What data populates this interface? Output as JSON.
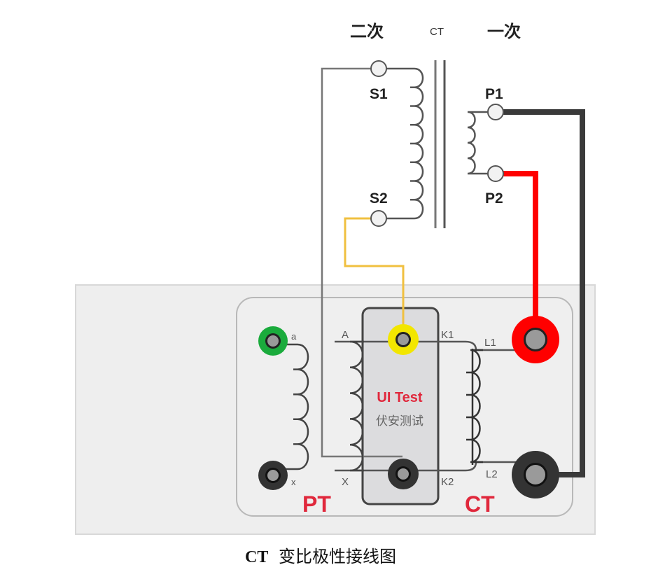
{
  "diagram": {
    "caption": {
      "prefix": "CT",
      "text": "变比极性接线图"
    },
    "transformer": {
      "secondary_label": "二次",
      "core_label": "CT",
      "primary_label": "一次",
      "terminals": {
        "s1": "S1",
        "s2": "S2",
        "p1": "P1",
        "p2": "P2"
      }
    },
    "instrument": {
      "brand": "UI Test",
      "brand_cn": "伏安测试",
      "pt_label": "PT",
      "ct_label": "CT",
      "pins": {
        "a_small": "a",
        "x_small": "x",
        "a_big": "A",
        "x_big": "X",
        "k1": "K1",
        "k2": "K2",
        "l1": "L1",
        "l2": "L2"
      }
    },
    "colors": {
      "terminal_green": "#1aab3c",
      "terminal_yellow": "#f2e600",
      "terminal_red": "#ff0000",
      "terminal_black": "#333333",
      "wire_black": "#3a3a3a",
      "wire_red": "#ff0000",
      "wire_yellow": "#f0c040",
      "wire_gray": "#888888",
      "label_red": "#e0283c"
    }
  }
}
